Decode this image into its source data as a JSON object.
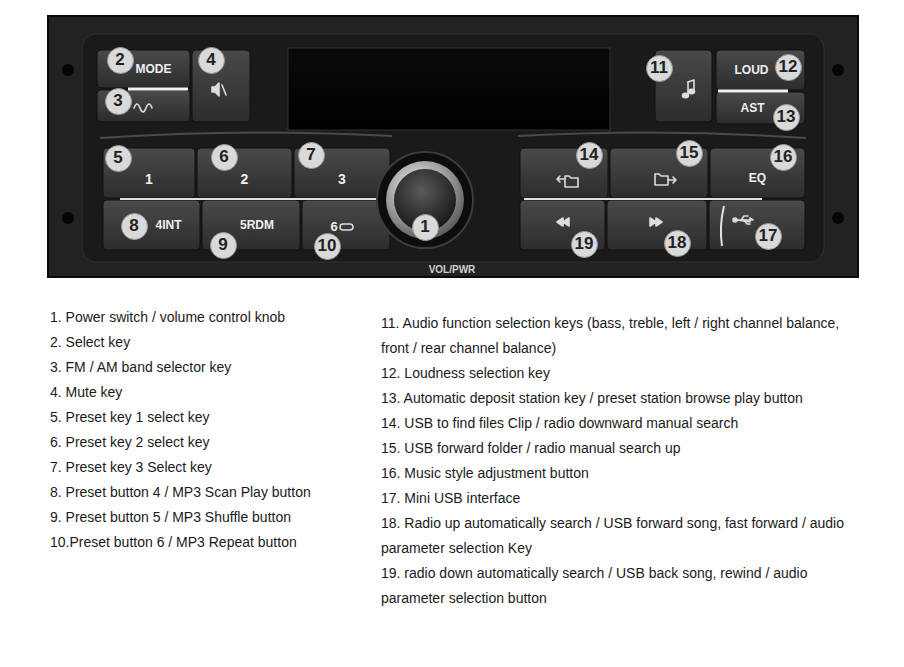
{
  "diagram": {
    "nodes": [
      {
        "text": [
          "VOL/PWR"
        ]
      },
      {
        "text": [
          "MODE"
        ],
        "in": 0
      },
      {
        "text": [
          "LOUD"
        ],
        "in": 0
      },
      {
        "text": [
          "AST"
        ],
        "in": 0
      },
      {
        "text": [
          "1"
        ],
        "in": 0
      },
      {
        "text": [
          "2"
        ],
        "in": 0
      },
      {
        "text": [
          "3"
        ],
        "in": 0
      },
      {
        "text": [
          "EQ"
        ],
        "in": 0
      },
      {
        "text": [
          "4INT"
        ],
        "in": 0
      },
      {
        "text": [
          "5RDM"
        ],
        "in": 0
      },
      {
        "text": [
          "6"
        ],
        "in": 0
      }
    ],
    "labels": [
      "2",
      "4",
      "11",
      "12",
      "3",
      "13",
      "5",
      "6",
      "7",
      "14",
      "15",
      "16",
      "8",
      "9",
      "10",
      "1",
      "19",
      "18",
      "17",
      "1. Power switch / volume control knob",
      "2. Select key",
      "3. FM / AM band selector key",
      "4. Mute key",
      "5. Preset key 1 select key",
      "6. Preset key 2 select key",
      "7. Preset key 3 Select key",
      "8. Preset button 4 / MP3 Scan Play button",
      "9. Preset button 5 / MP3 Shuffle button",
      "10.Preset button 6 / MP3 Repeat button",
      "11. Audio function selection keys (bass, treble, left / right channel balance, front / rear channel balance)",
      "12. Loudness selection key",
      "13. Automatic deposit station key / preset station browse play button",
      "14. USB to find files Clip / radio downward manual search",
      "15. USB forward folder / radio manual search up",
      "16. Music style adjustment button",
      "17. Mini USB interface",
      "18. Radio up automatically search / USB forward song, fast forward / audio parameter selection Key",
      "19. radio down automatically search / USB back song, rewind / audio parameter selection button"
    ]
  }
}
